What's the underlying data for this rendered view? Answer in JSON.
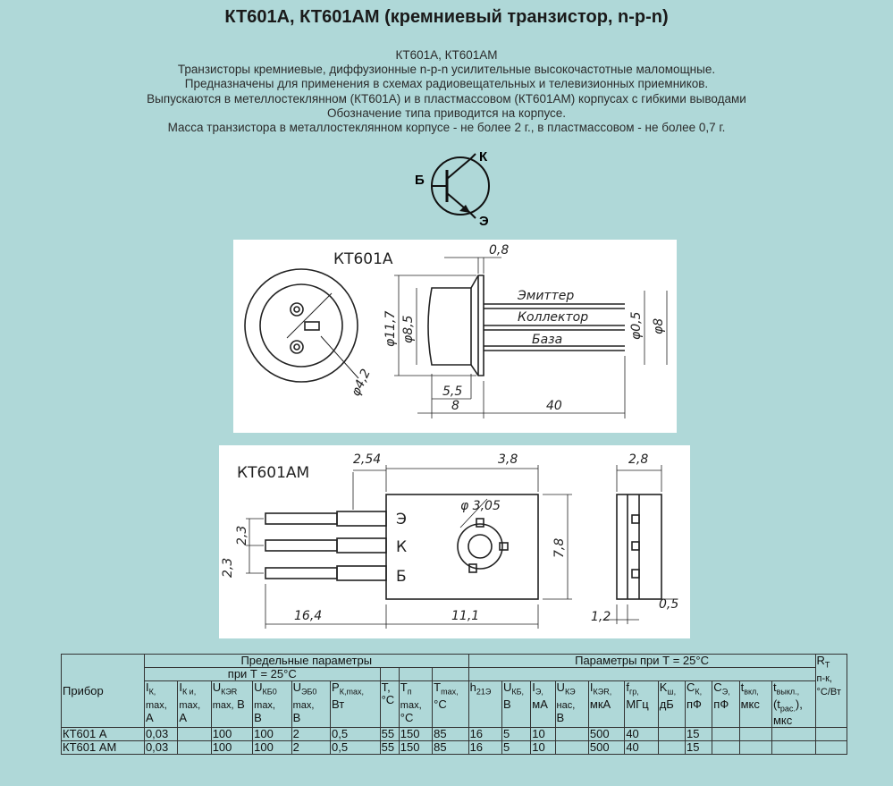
{
  "title": "КТ601А, КТ601АМ (кремниевый транзистор, n-p-n)",
  "description": [
    "КТ601А, КТ601АМ",
    "Транзисторы кремниевые, диффузионные n-p-n усилительные высокочастотные маломощные.",
    "Предназначены для применения в схемах радиовещательных и телевизионных приемников.",
    "Выпускаются в метеллостеклянном (КТ601А) и в пластмассовом (КТ601АМ) корпусах с гибкими выводами",
    "Обозначение типа приводится на корпусе.",
    "Масса транзистора в металлостеклянном корпусе - не более 2 г., в пластмассовом - не более 0,7 г."
  ],
  "symbol": {
    "collector": "К",
    "base": "Б",
    "emitter": "Э"
  },
  "drawing1": {
    "title": "КТ601А",
    "pin_labels": [
      "Эмиттер",
      "Коллектор",
      "База"
    ],
    "dims": {
      "d42": "φ4,2",
      "d117": "φ11,7",
      "d85": "φ8,5",
      "d08": "0,8",
      "d05": "φ0,5",
      "d8": "φ8",
      "l55": "5,5",
      "l8": "8",
      "l40": "40"
    }
  },
  "drawing2": {
    "title": "КТ601АМ",
    "pin_labels": [
      "Э",
      "К",
      "Б"
    ],
    "dims": {
      "d254": "2,54",
      "d38": "3,8",
      "d28": "2,8",
      "d305": "φ 3,05",
      "d78": "7,8",
      "d23a": "2,3",
      "d23b": "2,3",
      "d164": "16,4",
      "d111": "11,1",
      "d12": "1,2",
      "d05": "0,5"
    }
  },
  "table": {
    "device_header": "Прибор",
    "group1": "Предельные параметры",
    "group1_sub": "при Т = 25°C",
    "group2": "Параметры при Т = 25°C",
    "rt": "R",
    "rt_sub": "T",
    "rt_rest": "п-к,°C/Вт",
    "rows": [
      {
        "device": "КТ601 А",
        "ik": "0,03",
        "iki": "",
        "ukeR": "100",
        "ukb0": "100",
        "ueb0": "2",
        "pk": "0,5",
        "t": "55",
        "tp": "150",
        "tmax": "85",
        "h21": "16",
        "ukb": "5",
        "ie": "10",
        "uke": "",
        "ikeR": "500",
        "fgr": "40",
        "ksh": "",
        "ck": "15",
        "ce": "",
        "tvkl": "",
        "tvykl": "",
        "rt": ""
      },
      {
        "device": "КТ601 АМ",
        "ik": "0,03",
        "iki": "",
        "ukeR": "100",
        "ukb0": "100",
        "ueb0": "2",
        "pk": "0,5",
        "t": "55",
        "tp": "150",
        "tmax": "85",
        "h21": "16",
        "ukb": "5",
        "ie": "10",
        "uke": "",
        "ikeR": "500",
        "fgr": "40",
        "ksh": "",
        "ck": "15",
        "ce": "",
        "tvkl": "",
        "tvykl": "",
        "rt": ""
      }
    ]
  }
}
